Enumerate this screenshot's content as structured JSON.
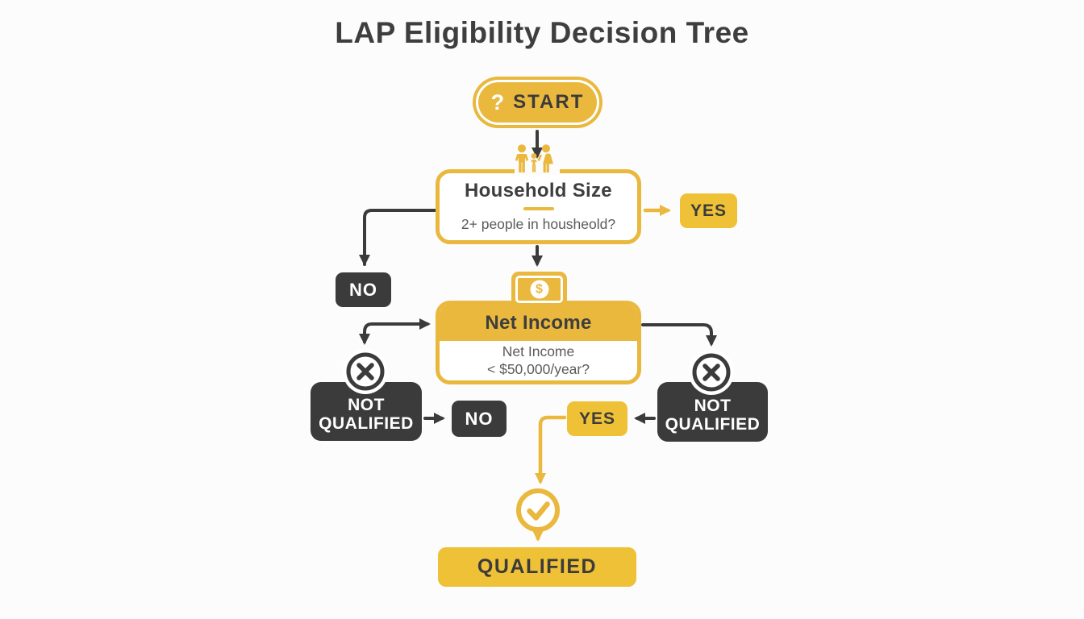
{
  "title": "LAP Eligibility Decision Tree",
  "colors": {
    "yellow": "#E9B83D",
    "yellow_bright": "#EFC137",
    "dark": "#3B3B3B",
    "text_dark": "#3E3E3E",
    "text_gray": "#5B5B5B",
    "bg": "#FCFCFC",
    "white": "#FFFFFF"
  },
  "nodes": {
    "start": {
      "label": "START",
      "icon": "question-mark-icon",
      "icon_symbol": "?"
    },
    "household": {
      "title": "Household Size",
      "question": "2+ people in housheold?",
      "icon": "family-icon"
    },
    "household_yes": {
      "label": "YES"
    },
    "household_no": {
      "label": "NO"
    },
    "income": {
      "title": "Net Income",
      "question_line1": "Net Income",
      "question_line2": "< $50,000/year?",
      "icon": "dollar-bill-icon",
      "icon_symbol": "$"
    },
    "income_no": {
      "label": "NO"
    },
    "income_yes": {
      "label": "YES"
    },
    "not_qualified_left": {
      "line1": "NOT",
      "line2": "QUALIFIED",
      "icon": "x-circle-icon"
    },
    "not_qualified_right": {
      "line1": "NOT",
      "line2": "QUALIFIED",
      "icon": "x-circle-icon"
    },
    "qualified": {
      "label": "QUALIFIED",
      "icon": "check-circle-icon"
    }
  }
}
